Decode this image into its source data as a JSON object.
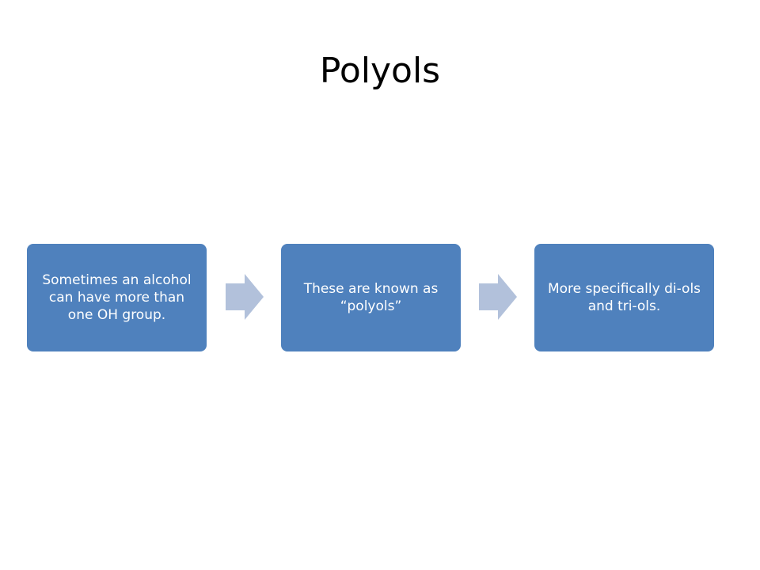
{
  "slide": {
    "title": "Polyols"
  },
  "process": {
    "steps": [
      {
        "text": "Sometimes an alcohol can have more than one OH group."
      },
      {
        "text": "These are known as “polyols”"
      },
      {
        "text": "More specifically di-ols and tri-ols."
      }
    ]
  },
  "colors": {
    "box_fill": "#4F81BD",
    "arrow_fill": "#B2C1DB",
    "text_on_box": "#FFFFFF",
    "title_text": "#000000"
  },
  "icons": {
    "connector": "right-arrow-icon"
  }
}
